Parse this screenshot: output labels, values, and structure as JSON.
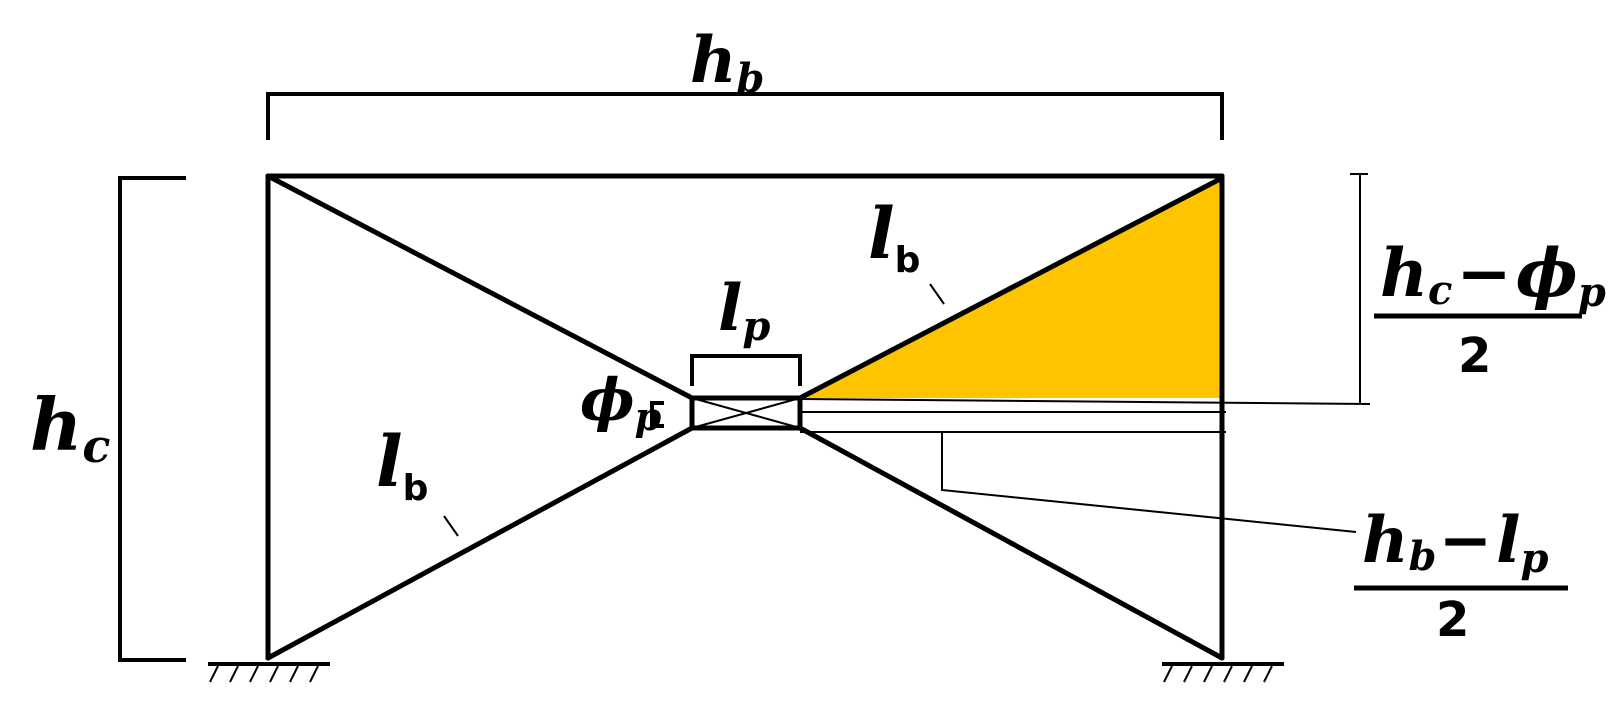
{
  "labels": {
    "hb_main": "h",
    "hb_main_sub": "b",
    "hc_main": "h",
    "hc_main_sub": "c",
    "lp_main": "l",
    "lp_main_sub": "p",
    "phi_main": "ϕ",
    "phi_main_sub": "p",
    "lb_upper": "l",
    "lb_upper_sub": "b",
    "lb_lower": "l",
    "lb_lower_sub": "b",
    "frac1_num_a": "h",
    "frac1_num_a_sub": "c",
    "frac1_minus": "−",
    "frac1_num_b": "ϕ",
    "frac1_num_b_sub": "p",
    "frac1_den": "2",
    "frac2_num_a": "h",
    "frac2_num_a_sub": "b",
    "frac2_minus": "−",
    "frac2_num_b": "l",
    "frac2_num_b_sub": "p",
    "frac2_den": "2"
  },
  "colors": {
    "highlight_triangle": "#FFC400",
    "lines": "#000000",
    "background": "#FFFFFF"
  }
}
